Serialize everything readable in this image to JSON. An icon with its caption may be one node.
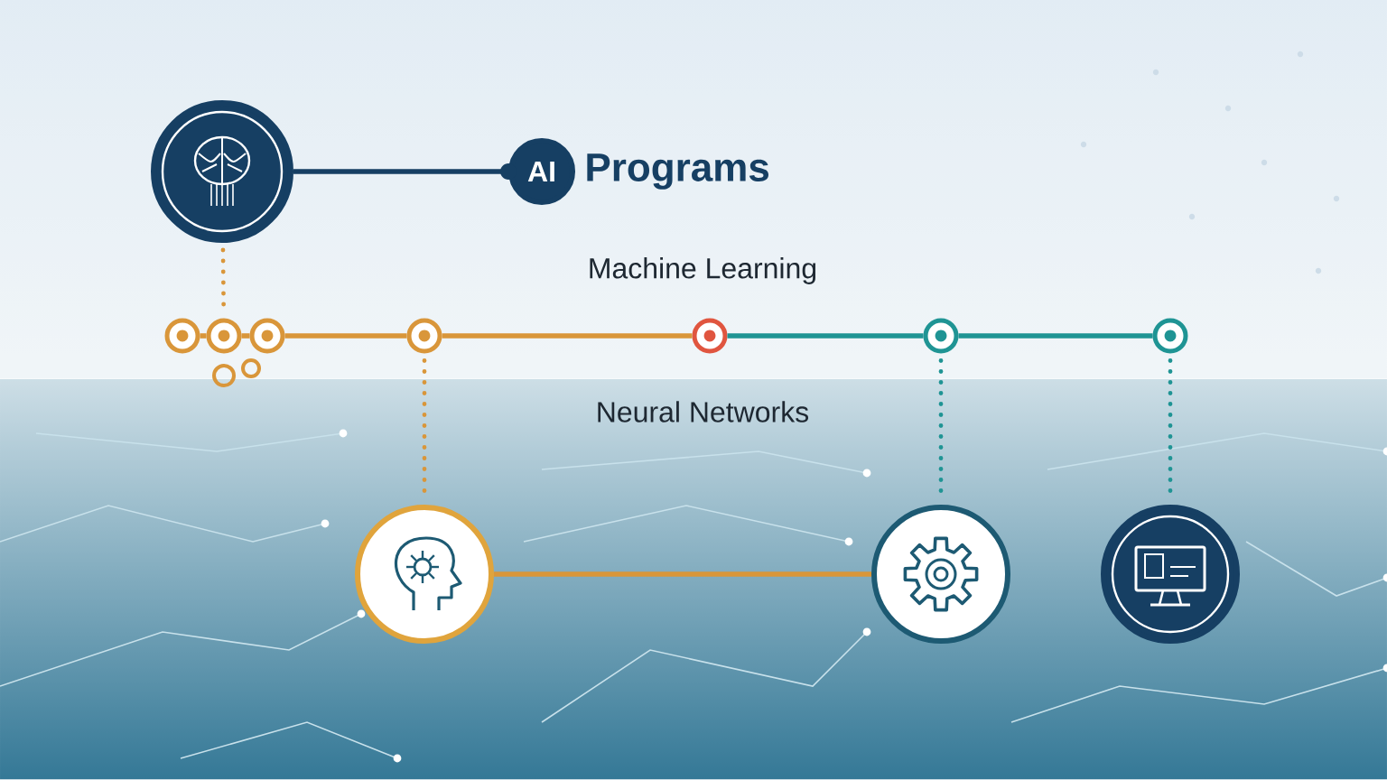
{
  "diagram": {
    "nodes": [
      {
        "text": [],
        "shape": "circle"
      },
      {
        "text": [
          "AI"
        ],
        "beside": [
          "Programs"
        ]
      },
      {
        "text": [],
        "shape": "circle"
      },
      {
        "text": [],
        "shape": "circle"
      },
      {
        "text": [],
        "shape": "circle"
      },
      {
        "text": [],
        "shape": "circle"
      },
      {
        "text": [],
        "shape": "circle"
      },
      {
        "text": [],
        "shape": "circle"
      },
      {
        "text": [],
        "shape": "circle"
      },
      {
        "text": [],
        "shape": "circle"
      },
      {
        "text": [],
        "shape": "circle"
      },
      {
        "text": [],
        "shape": "circle"
      }
    ],
    "edges": [
      {
        "from": 0,
        "to": 1,
        "arrow": "other",
        "color": "#163f63"
      },
      {
        "from": 0,
        "to": 3,
        "arrow": "none",
        "style": "dashed"
      },
      {
        "from": 2,
        "to": 3,
        "arrow": "none"
      },
      {
        "from": 3,
        "to": 4,
        "arrow": "none"
      },
      {
        "from": 4,
        "to": 5,
        "arrow": "none"
      },
      {
        "from": 5,
        "to": 6,
        "arrow": "none"
      },
      {
        "from": 6,
        "to": 7,
        "arrow": "none",
        "color": "#1f9494"
      },
      {
        "from": 7,
        "to": 8,
        "arrow": "none",
        "color": "#1f9494"
      },
      {
        "from": 5,
        "to": 9,
        "arrow": "none",
        "style": "dashed"
      },
      {
        "from": 7,
        "to": 10,
        "arrow": "none",
        "style": "dashed",
        "color": "#1f9494"
      },
      {
        "from": 8,
        "to": 11,
        "arrow": "none",
        "style": "dashed",
        "color": "#1f9494"
      },
      {
        "from": 9,
        "to": 10,
        "arrow": "none"
      }
    ],
    "labels": [
      "Machine Learning",
      "Neural Networks"
    ]
  }
}
